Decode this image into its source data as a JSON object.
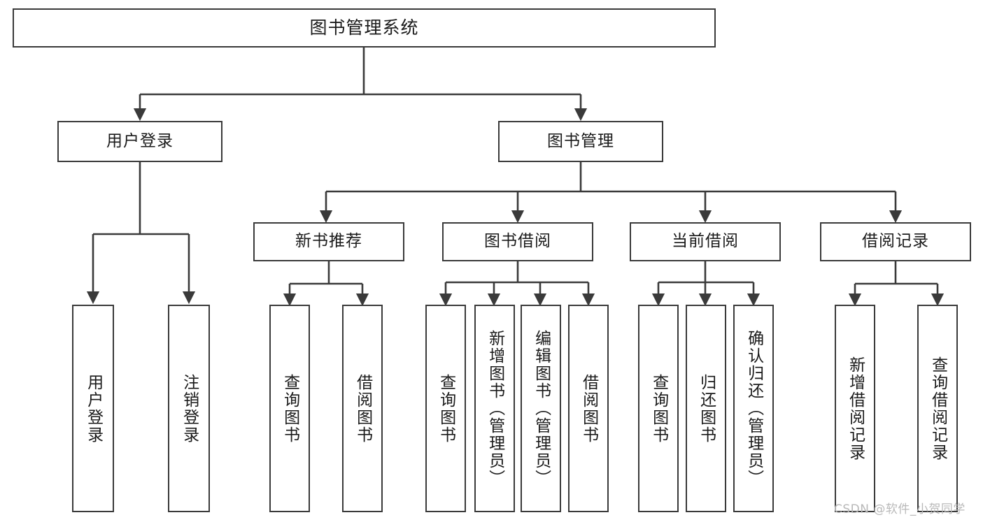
{
  "diagram": {
    "title": "图书管理系统",
    "type": "tree-hierarchy-diagram",
    "orientation": "top-down",
    "colors": {
      "node_border": "#3a3a3a",
      "node_fill": "#ffffff",
      "edge": "#3a3a3a",
      "text": "#1a1a1a",
      "background": "#ffffff",
      "watermark": "#b9b9b9"
    }
  },
  "watermark": {
    "text": "CSDN @软件_小贺同学"
  },
  "nodes": {
    "root": {
      "label": "图书管理系统",
      "level": 0
    },
    "level1": [
      {
        "id": "user-login",
        "label": "用户登录"
      },
      {
        "id": "book-management",
        "label": "图书管理"
      }
    ],
    "level2": [
      {
        "id": "new-book-recommend",
        "label": "新书推荐",
        "parent": "book-management"
      },
      {
        "id": "book-borrow",
        "label": "图书借阅",
        "parent": "book-management"
      },
      {
        "id": "current-borrow",
        "label": "当前借阅",
        "parent": "book-management"
      },
      {
        "id": "borrow-record",
        "label": "借阅记录",
        "parent": "book-management"
      }
    ],
    "leaves": [
      {
        "id": "leaf-user-login",
        "label": "用户登录",
        "parent": "user-login"
      },
      {
        "id": "leaf-logout-login",
        "label": "注销登录",
        "parent": "user-login"
      },
      {
        "id": "leaf-query-book-1",
        "label": "查询图书",
        "parent": "new-book-recommend"
      },
      {
        "id": "leaf-borrow-book-1",
        "label": "借阅图书",
        "parent": "new-book-recommend"
      },
      {
        "id": "leaf-query-book-2",
        "label": "查询图书",
        "parent": "book-borrow"
      },
      {
        "id": "leaf-add-book",
        "label": "新增图书（管理员）",
        "parent": "book-borrow"
      },
      {
        "id": "leaf-edit-book",
        "label": "编辑图书（管理员）",
        "parent": "book-borrow"
      },
      {
        "id": "leaf-borrow-book-2",
        "label": "借阅图书",
        "parent": "book-borrow"
      },
      {
        "id": "leaf-query-book-3",
        "label": "查询图书",
        "parent": "current-borrow"
      },
      {
        "id": "leaf-return-book",
        "label": "归还图书",
        "parent": "current-borrow"
      },
      {
        "id": "leaf-confirm-return",
        "label": "确认归还（管理员）",
        "parent": "current-borrow"
      },
      {
        "id": "leaf-add-record",
        "label": "新增借阅记录",
        "parent": "borrow-record"
      },
      {
        "id": "leaf-query-record",
        "label": "查询借阅记录",
        "parent": "borrow-record"
      }
    ]
  }
}
